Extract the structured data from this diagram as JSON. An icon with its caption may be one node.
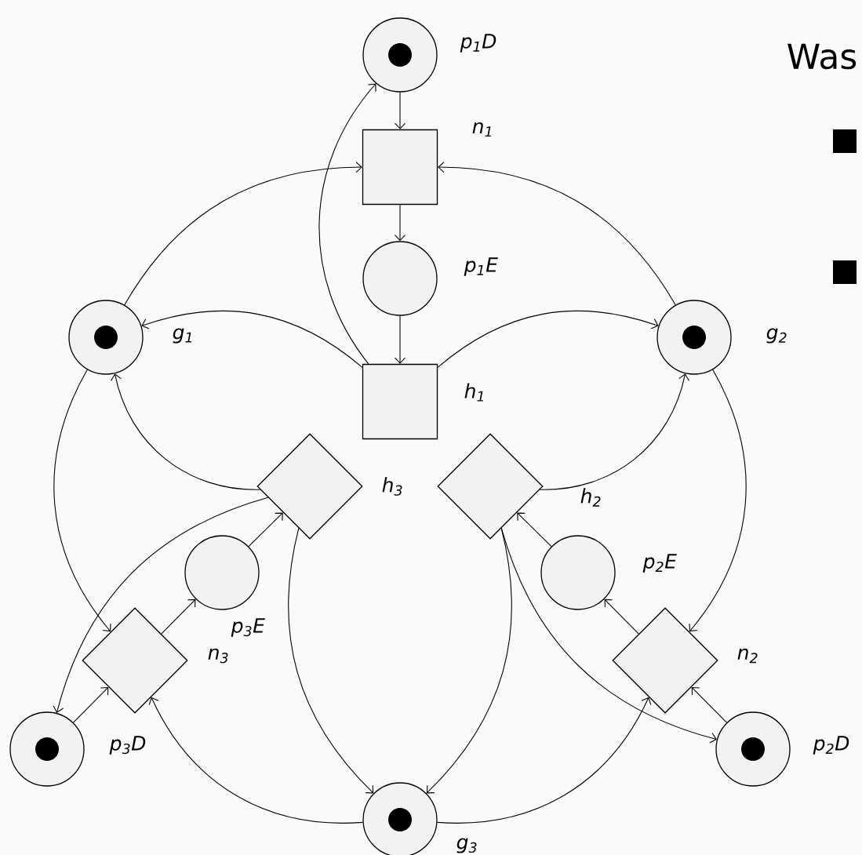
{
  "diagram": {
    "nodes": [
      {
        "text": [],
        "shape": "circle",
        "beside": [
          "p$_{1}$D"
        ]
      },
      {
        "text": [],
        "shape": "circle",
        "in": 0
      },
      {
        "text": [],
        "shape": "box",
        "beside": [
          "n$_{1}$"
        ]
      },
      {
        "text": [],
        "shape": "circle",
        "beside": [
          "p$_{1}$E"
        ]
      },
      {
        "text": [],
        "shape": "box",
        "beside": [
          "h$_{1}$"
        ]
      },
      {
        "text": [],
        "shape": "circle",
        "beside": [
          "g$_{1}$"
        ]
      },
      {
        "text": [],
        "shape": "circle",
        "in": 5
      },
      {
        "text": [],
        "shape": "circle",
        "beside": [
          "g$_{2}$"
        ]
      },
      {
        "text": [],
        "shape": "circle",
        "in": 7
      },
      {
        "text": [],
        "shape": "diamond",
        "beside": [
          "h$_{3}$"
        ]
      },
      {
        "text": [],
        "shape": "diamond",
        "beside": [
          "h$_{2}$"
        ]
      },
      {
        "text": [],
        "shape": "circle",
        "beside": [
          "p$_{3}$E"
        ]
      },
      {
        "text": [],
        "shape": "circle",
        "beside": [
          "p$_{2}$E"
        ]
      },
      {
        "text": [],
        "shape": "diamond",
        "beside": [
          "n$_{3}$"
        ]
      },
      {
        "text": [],
        "shape": "diamond",
        "beside": [
          "n$_{2}$"
        ]
      },
      {
        "text": [],
        "shape": "circle",
        "beside": [
          "p$_{3}$D"
        ]
      },
      {
        "text": [],
        "shape": "circle",
        "in": 15
      },
      {
        "text": [],
        "shape": "circle",
        "beside": [
          "p$_{2}$D"
        ]
      },
      {
        "text": [],
        "shape": "circle",
        "in": 17
      },
      {
        "text": [],
        "shape": "circle",
        "beside": [
          "g$_{3}$"
        ]
      },
      {
        "text": [],
        "shape": "circle",
        "in": 19
      }
    ],
    "edges": [
      {
        "from": 0,
        "to": 2,
        "arrow": "to"
      },
      {
        "from": 2,
        "to": 3,
        "arrow": "to"
      },
      {
        "from": 3,
        "to": 4,
        "arrow": "to"
      },
      {
        "from": 5,
        "to": 2,
        "arrow": "to"
      },
      {
        "from": 7,
        "to": 2,
        "arrow": "to"
      },
      {
        "from": 4,
        "to": 5,
        "arrow": "to"
      },
      {
        "from": 4,
        "to": 7,
        "arrow": "to"
      },
      {
        "from": 4,
        "to": 0,
        "arrow": "to"
      },
      {
        "from": 9,
        "to": 5,
        "arrow": "to"
      },
      {
        "from": 10,
        "to": 7,
        "arrow": "to"
      },
      {
        "from": 5,
        "to": 13,
        "arrow": "to"
      },
      {
        "from": 7,
        "to": 14,
        "arrow": "to"
      },
      {
        "from": 13,
        "to": 11,
        "arrow": "to"
      },
      {
        "from": 11,
        "to": 9,
        "arrow": "to"
      },
      {
        "from": 15,
        "to": 13,
        "arrow": "to"
      },
      {
        "from": 9,
        "to": 15,
        "arrow": "to"
      },
      {
        "from": 14,
        "to": 12,
        "arrow": "to"
      },
      {
        "from": 12,
        "to": 10,
        "arrow": "to"
      },
      {
        "from": 17,
        "to": 14,
        "arrow": "to"
      },
      {
        "from": 10,
        "to": 17,
        "arrow": "to"
      },
      {
        "from": 9,
        "to": 19,
        "arrow": "to"
      },
      {
        "from": 10,
        "to": 19,
        "arrow": "to"
      },
      {
        "from": 19,
        "to": 13,
        "arrow": "to"
      },
      {
        "from": 19,
        "to": 14,
        "arrow": "to"
      }
    ],
    "labels": [
      "Was"
    ]
  }
}
